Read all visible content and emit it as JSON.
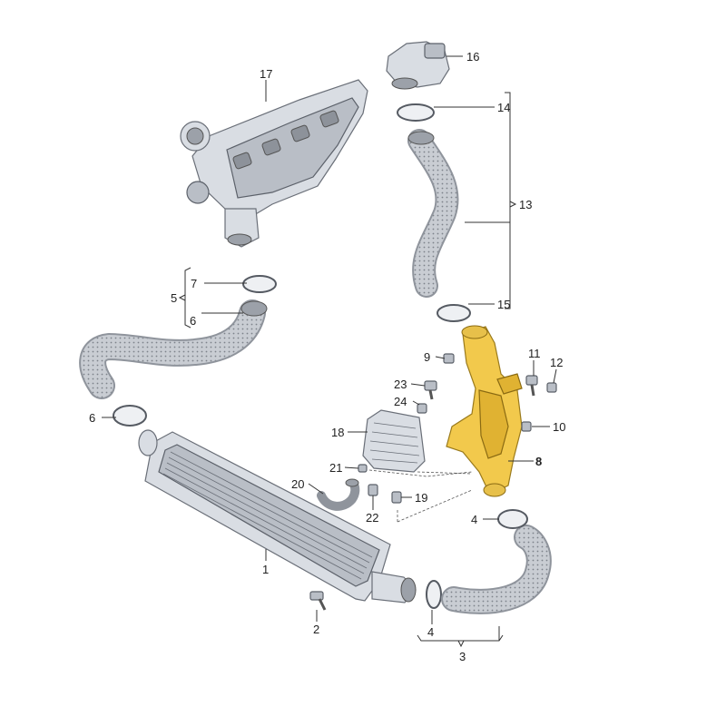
{
  "diagram": {
    "highlight_color": "#f2c94c",
    "parts": [
      {
        "id": "p1",
        "label": "1"
      },
      {
        "id": "p2",
        "label": "2"
      },
      {
        "id": "p3",
        "label": "3"
      },
      {
        "id": "p4a",
        "label": "4"
      },
      {
        "id": "p4b",
        "label": "4"
      },
      {
        "id": "p5",
        "label": "5"
      },
      {
        "id": "p6a",
        "label": "6"
      },
      {
        "id": "p6b",
        "label": "6"
      },
      {
        "id": "p7",
        "label": "7"
      },
      {
        "id": "p8",
        "label": "8"
      },
      {
        "id": "p9",
        "label": "9"
      },
      {
        "id": "p10",
        "label": "10"
      },
      {
        "id": "p11",
        "label": "11"
      },
      {
        "id": "p12",
        "label": "12"
      },
      {
        "id": "p13",
        "label": "13"
      },
      {
        "id": "p14",
        "label": "14"
      },
      {
        "id": "p15",
        "label": "15"
      },
      {
        "id": "p16",
        "label": "16"
      },
      {
        "id": "p17",
        "label": "17"
      },
      {
        "id": "p18",
        "label": "18"
      },
      {
        "id": "p19",
        "label": "19"
      },
      {
        "id": "p20",
        "label": "20"
      },
      {
        "id": "p21",
        "label": "21"
      },
      {
        "id": "p22",
        "label": "22"
      },
      {
        "id": "p23",
        "label": "23"
      },
      {
        "id": "p24",
        "label": "24"
      }
    ]
  }
}
